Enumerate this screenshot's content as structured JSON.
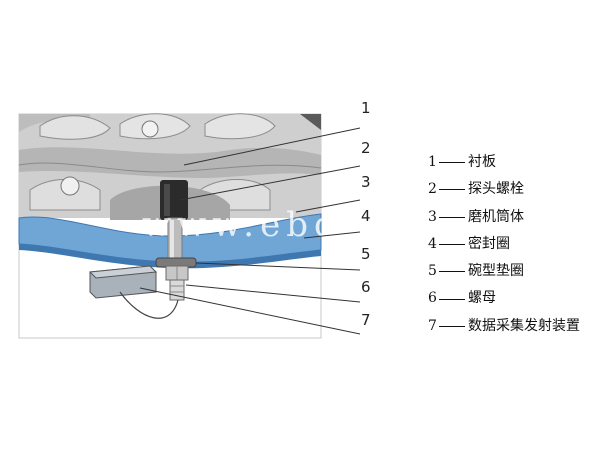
{
  "callout_numbers": [
    "1",
    "2",
    "3",
    "4",
    "5",
    "6",
    "7"
  ],
  "legend": [
    {
      "number": "1",
      "label": "衬板"
    },
    {
      "number": "2",
      "label": "探头螺栓"
    },
    {
      "number": "3",
      "label": "磨机筒体"
    },
    {
      "number": "4",
      "label": "密封圈"
    },
    {
      "number": "5",
      "label": "碗型垫圈"
    },
    {
      "number": "6",
      "label": "螺母"
    },
    {
      "number": "7",
      "label": "数据采集发射装置"
    }
  ],
  "watermark": "www.ebdo",
  "colors": {
    "liner": "#d0d0d0",
    "liner_shadow": "#9a9a9a",
    "liner_dark": "#6e6e6e",
    "shell_blue": "#6fa6d6",
    "shell_blue_dark": "#3f78b0",
    "bolt_dark": "#2b2b2b",
    "device_box": "#a9b1bb",
    "frame_stroke": "#bdbdbd"
  }
}
